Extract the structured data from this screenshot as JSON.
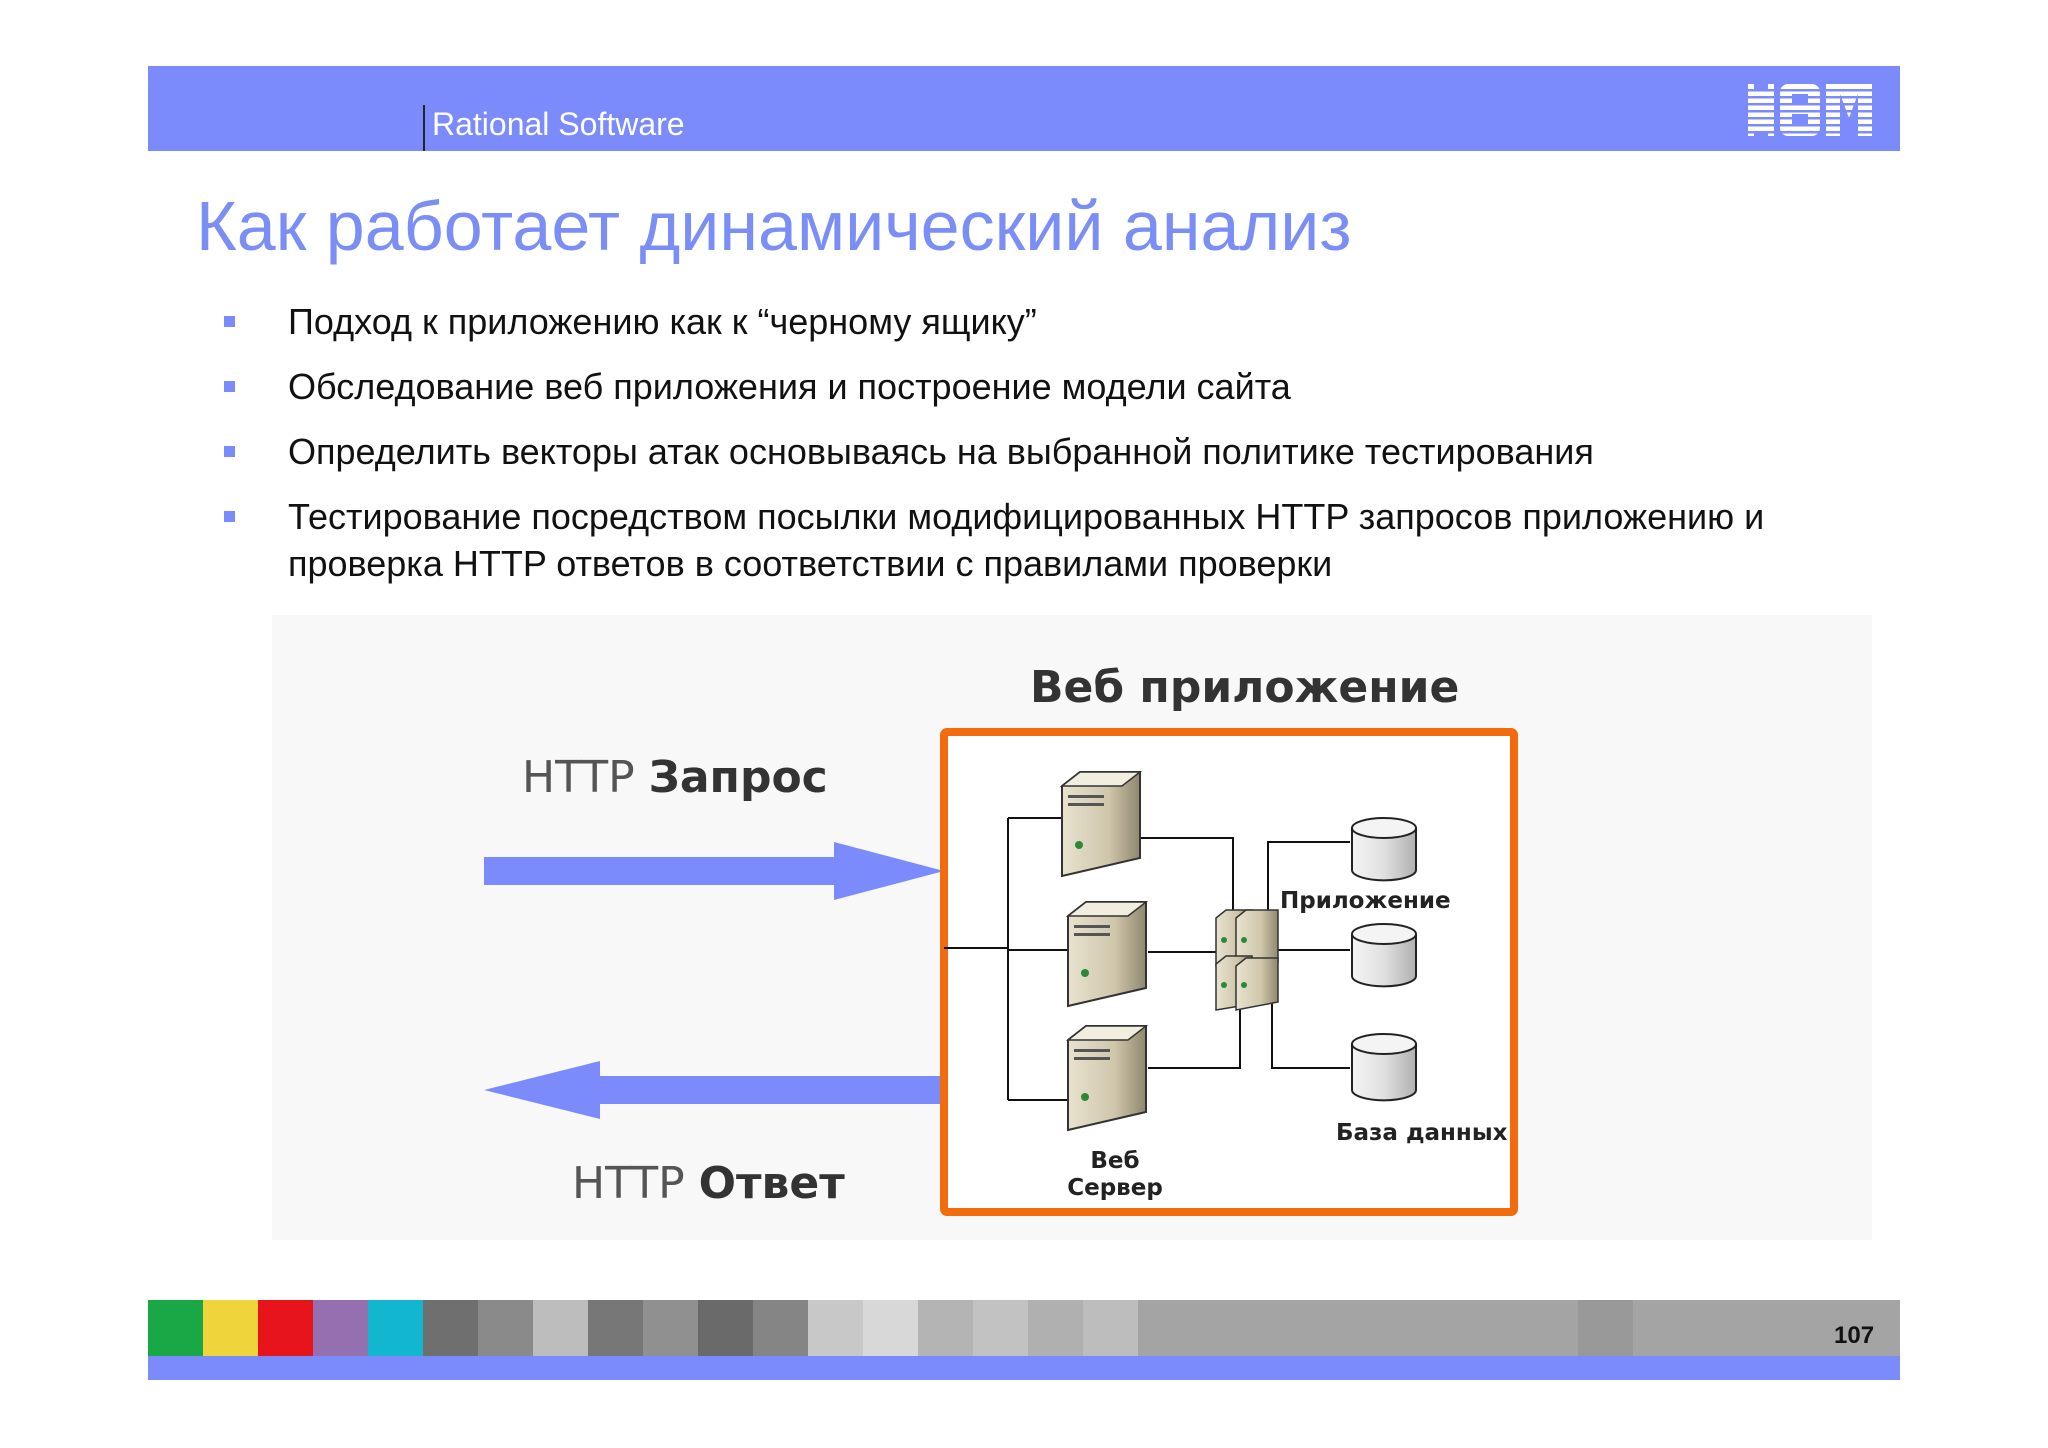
{
  "header": {
    "brand": "Rational Software",
    "logo_text": "IBM"
  },
  "slide": {
    "title": "Как работает динамический анализ",
    "bullets": [
      "Подход к приложению как к “черному ящику”",
      "Обследование веб приложения и построение модели сайта",
      "Определить векторы атак основываясь на выбранной политике тестирования",
      "Тестирование посредством посылки модифицированных HTTP запросов приложению и  проверка HTTP ответов в соответствии с правилами проверки"
    ]
  },
  "diagram": {
    "app_heading": "Веб приложение",
    "request": {
      "prefix": "HTTP",
      "bold": "Запрос"
    },
    "response": {
      "prefix": "HTTP",
      "bold": "Ответ"
    },
    "app_label": "Приложение",
    "db_label": "База данных",
    "server_label_line1": "Веб",
    "server_label_line2": "Сервер"
  },
  "footer": {
    "page_number": "107",
    "tile_colors": [
      "#1aa745",
      "#f0d43c",
      "#e8141c",
      "#9470b0",
      "#12b6cf"
    ]
  },
  "colors": {
    "accent_blue": "#7b8bfb",
    "title_blue": "#7b8ef5",
    "frame_orange": "#f26c0d"
  }
}
